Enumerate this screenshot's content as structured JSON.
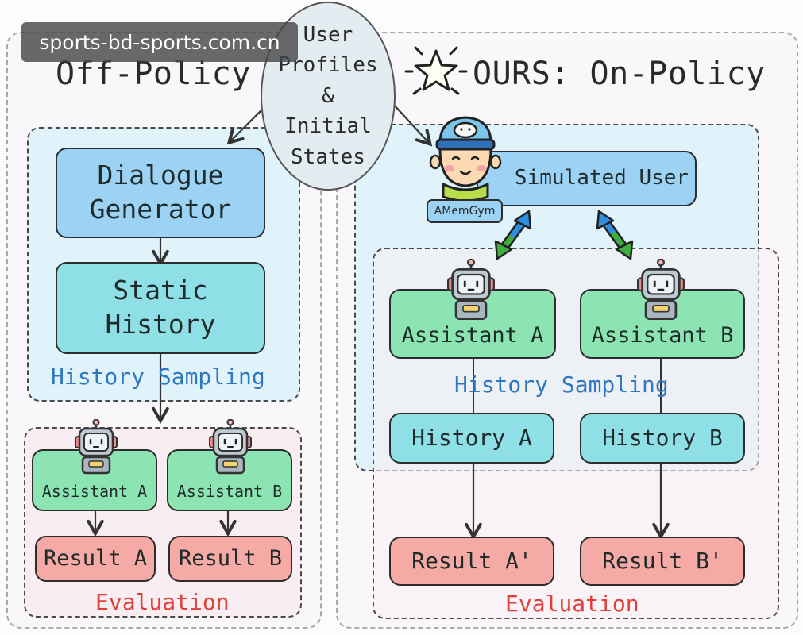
{
  "watermark": "sports-bd-sports.com.cn",
  "shared": {
    "ellipse_label": "User\nProfiles\n&\nInitial\nStates"
  },
  "left": {
    "title": "Off-Policy",
    "generator": "Dialogue\nGenerator",
    "history": "Static\nHistory",
    "sampling_label": "History  Sampling",
    "assistant_a": "Assistant A",
    "assistant_b": "Assistant B",
    "result_a": "Result A",
    "result_b": "Result B",
    "evaluation_label": "Evaluation"
  },
  "right": {
    "title": "OURS: On-Policy",
    "simulated_user": "Simulated User",
    "user_tag": "AMemGym",
    "assistant_a": "Assistant A",
    "assistant_b": "Assistant B",
    "sampling_label": "History  Sampling",
    "history_a": "History A",
    "history_b": "History B",
    "result_a": "Result A'",
    "result_b": "Result B'",
    "evaluation_label": "Evaluation"
  },
  "colors": {
    "box_blue": "#9cd3f4",
    "box_teal": "#8fe0e6",
    "box_green": "#8be4b2",
    "box_pink": "#f6aaa6",
    "caption_blue": "#2e78c0",
    "caption_red": "#e0403a",
    "arrow_blue": "#2e8ee0",
    "arrow_green": "#3fae3f"
  },
  "icons": [
    "robot-icon",
    "user-avatar-icon",
    "star-icon",
    "double-arrow-icon"
  ]
}
